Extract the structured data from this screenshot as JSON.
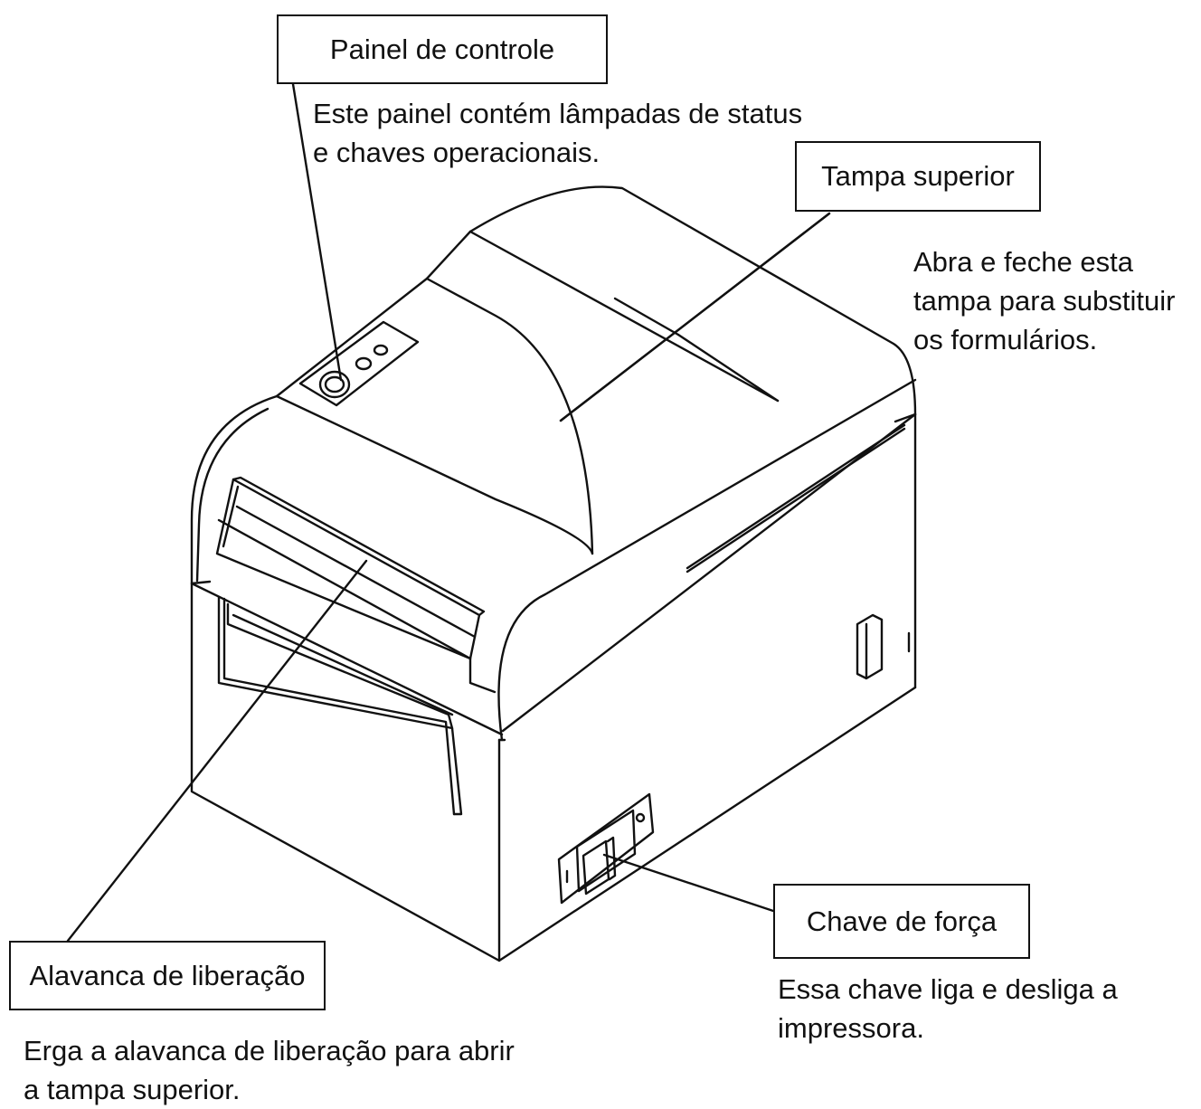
{
  "callouts": {
    "control_panel": {
      "label": "Painel de controle",
      "description": [
        "Este painel contém lâmpadas de status",
        "e chaves operacionais."
      ]
    },
    "top_cover": {
      "label": "Tampa superior",
      "description": [
        "Abra e feche esta",
        "tampa para substituir",
        "os formulários."
      ]
    },
    "release_lever": {
      "label": "Alavanca de liberação",
      "description": [
        "Erga a alavanca de liberação para abrir",
        "a tampa superior."
      ]
    },
    "power_switch": {
      "label": "Chave de força",
      "description": [
        "Essa chave liga e desliga a",
        "impressora."
      ]
    }
  },
  "switch_marks": {
    "on_mark": "I",
    "off_mark": "O"
  },
  "colors": {
    "line": "#111111",
    "background": "#ffffff"
  }
}
